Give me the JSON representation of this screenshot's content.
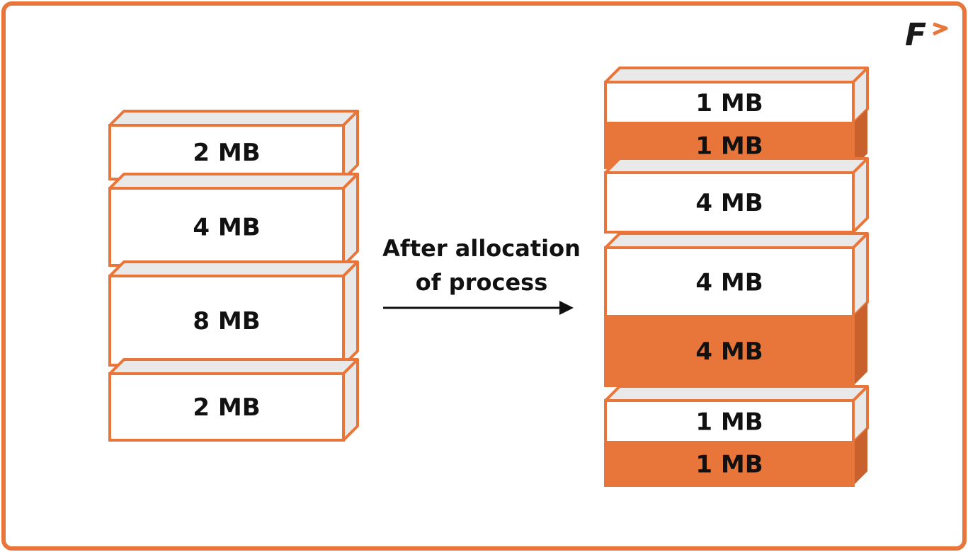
{
  "colors": {
    "accent": "#E8763A",
    "white": "#FFFFFF",
    "side_light": "#E9E9E9",
    "side_dark": "#C8612E",
    "text": "#111111"
  },
  "logo": {
    "letter": "F",
    "icon": "logo-f-arrow-icon"
  },
  "caption": {
    "line1": "After allocation",
    "line2": "of process"
  },
  "before_blocks": [
    {
      "label": "2 MB",
      "filled": false
    },
    {
      "label": "4 MB",
      "filled": false
    },
    {
      "label": "8 MB",
      "filled": false
    },
    {
      "label": "2 MB",
      "filled": false
    }
  ],
  "after_blocks": [
    {
      "label": "1 MB",
      "filled": false
    },
    {
      "label": "1 MB",
      "filled": true
    },
    {
      "label": "4 MB",
      "filled": false
    },
    {
      "label": "4 MB",
      "filled": false
    },
    {
      "label": "4 MB",
      "filled": true
    },
    {
      "label": "1 MB",
      "filled": false
    },
    {
      "label": "1 MB",
      "filled": true
    }
  ]
}
